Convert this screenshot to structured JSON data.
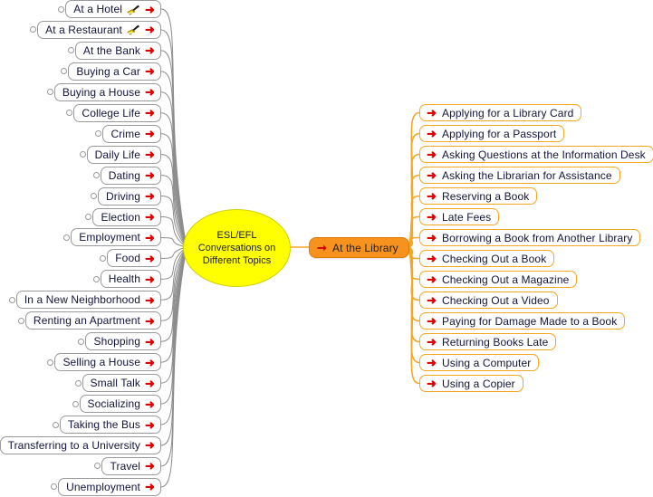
{
  "diagram": {
    "type": "mind-map",
    "title": "ESL/EFL Conversations on Different Topics",
    "root": {
      "label_line1": "ESL/EFL",
      "label_line2": "Conversations on",
      "label_line3": "Different Topics",
      "fill_color": "#ffff00",
      "shape": "ellipse"
    },
    "colors": {
      "root_fill": "#ffff00",
      "selected_branch_fill": "#f8921f",
      "right_node_border": "#f5a623",
      "left_node_border": "#9a9a9a",
      "arrow_red": "#e00000",
      "text": "#12143c",
      "left_edge": "#8d8d8d",
      "right_edge": "#f5a623"
    },
    "left_branch": {
      "edge_color": "#8d8d8d",
      "items": [
        {
          "label": "At a Hotel",
          "arrow_icon": "red-arrow-icon",
          "extra_icon": "paintbrush-icon",
          "handle": true
        },
        {
          "label": "At a Restaurant",
          "arrow_icon": "red-arrow-icon",
          "extra_icon": "paintbrush-icon",
          "handle": true
        },
        {
          "label": "At the Bank",
          "arrow_icon": "red-arrow-icon",
          "handle": true
        },
        {
          "label": "Buying a Car",
          "arrow_icon": "red-arrow-icon",
          "handle": true
        },
        {
          "label": "Buying a House",
          "arrow_icon": "red-arrow-icon",
          "handle": true
        },
        {
          "label": "College Life",
          "arrow_icon": "red-arrow-icon",
          "handle": true
        },
        {
          "label": "Crime",
          "arrow_icon": "red-arrow-icon",
          "handle": true
        },
        {
          "label": "Daily Life",
          "arrow_icon": "red-arrow-icon",
          "handle": true
        },
        {
          "label": "Dating",
          "arrow_icon": "red-arrow-icon",
          "handle": true
        },
        {
          "label": "Driving",
          "arrow_icon": "red-arrow-icon",
          "handle": true
        },
        {
          "label": "Election",
          "arrow_icon": "red-arrow-icon",
          "handle": true
        },
        {
          "label": "Employment",
          "arrow_icon": "red-arrow-icon",
          "handle": true
        },
        {
          "label": "Food",
          "arrow_icon": "red-arrow-icon",
          "handle": true
        },
        {
          "label": "Health",
          "arrow_icon": "red-arrow-icon",
          "handle": true
        },
        {
          "label": "In a New Neighborhood",
          "arrow_icon": "red-arrow-icon",
          "handle": true
        },
        {
          "label": "Renting an Apartment",
          "arrow_icon": "red-arrow-icon",
          "handle": true
        },
        {
          "label": "Shopping",
          "arrow_icon": "red-arrow-icon",
          "handle": true
        },
        {
          "label": "Selling a House",
          "arrow_icon": "red-arrow-icon",
          "handle": true
        },
        {
          "label": "Small Talk",
          "arrow_icon": "red-arrow-icon",
          "handle": true
        },
        {
          "label": "Socializing",
          "arrow_icon": "red-arrow-icon",
          "handle": true
        },
        {
          "label": "Taking the Bus",
          "arrow_icon": "red-arrow-icon",
          "handle": true
        },
        {
          "label": "Transferring to a University",
          "arrow_icon": "red-arrow-icon",
          "handle": true
        },
        {
          "label": "Travel",
          "arrow_icon": "red-arrow-icon",
          "handle": true
        },
        {
          "label": "Unemployment",
          "arrow_icon": "red-arrow-icon",
          "handle": true
        }
      ]
    },
    "selected_branch": {
      "label": "At the Library",
      "arrow_icon": "red-arrow-icon"
    },
    "right_branch": {
      "edge_color": "#f5a623",
      "items": [
        {
          "label": "Applying for a Library Card",
          "arrow_icon": "red-arrow-icon"
        },
        {
          "label": "Applying for a Passport",
          "arrow_icon": "red-arrow-icon"
        },
        {
          "label": "Asking Questions at the Information Desk",
          "arrow_icon": "red-arrow-icon"
        },
        {
          "label": "Asking the Librarian for Assistance",
          "arrow_icon": "red-arrow-icon"
        },
        {
          "label": "Reserving a Book",
          "arrow_icon": "red-arrow-icon"
        },
        {
          "label": "Late Fees",
          "arrow_icon": "red-arrow-icon"
        },
        {
          "label": "Borrowing a Book from Another Library",
          "arrow_icon": "red-arrow-icon"
        },
        {
          "label": "Checking Out a Book",
          "arrow_icon": "red-arrow-icon"
        },
        {
          "label": "Checking Out a Magazine",
          "arrow_icon": "red-arrow-icon"
        },
        {
          "label": "Checking Out a Video",
          "arrow_icon": "red-arrow-icon"
        },
        {
          "label": "Paying for Damage Made to a Book",
          "arrow_icon": "red-arrow-icon"
        },
        {
          "label": "Returning Books Late",
          "arrow_icon": "red-arrow-icon"
        },
        {
          "label": "Using a Computer",
          "arrow_icon": "red-arrow-icon"
        },
        {
          "label": "Using a Copier",
          "arrow_icon": "red-arrow-icon"
        }
      ]
    }
  }
}
